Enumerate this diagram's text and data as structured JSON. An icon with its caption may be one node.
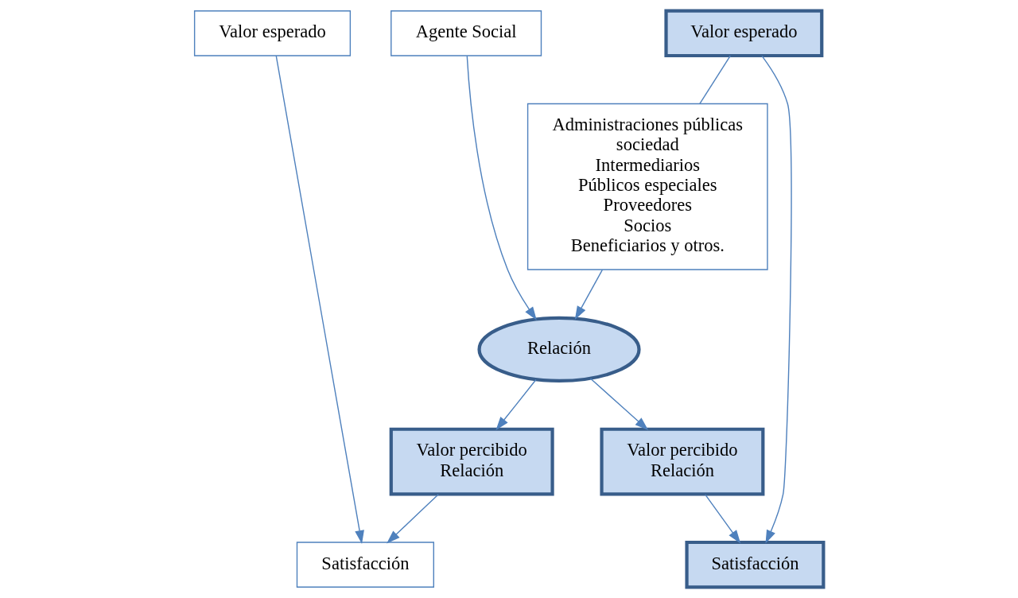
{
  "diagram": {
    "nodes": [
      {
        "text": [
          "Valor esperado"
        ]
      },
      {
        "text": [
          "Agente Social"
        ]
      },
      {
        "text": [
          "Satisfacción"
        ]
      },
      {
        "text": [
          "Relación"
        ]
      },
      {
        "text": [
          "Valor percibido",
          "Relación"
        ]
      },
      {
        "text": [
          "Valor percibido",
          "Relación"
        ]
      },
      {
        "text": [
          "Valor esperado"
        ]
      },
      {
        "text": [
          "Administraciones públicas",
          "sociedad",
          "Intermediarios",
          "Públicos especiales",
          "Proveedores",
          "Socios",
          "Beneficiarios y otros."
        ]
      },
      {
        "text": [
          "Satisfacción"
        ]
      }
    ],
    "edges": [
      {
        "from": 0,
        "to": 2,
        "arrow": "to"
      },
      {
        "from": 1,
        "to": 3,
        "arrow": "to"
      },
      {
        "from": 7,
        "to": 3,
        "arrow": "to"
      },
      {
        "from": 3,
        "to": 4,
        "arrow": "to"
      },
      {
        "from": 3,
        "to": 5,
        "arrow": "to"
      },
      {
        "from": 4,
        "to": 2,
        "arrow": "to"
      },
      {
        "from": 5,
        "to": 8,
        "arrow": "to"
      },
      {
        "from": 6,
        "to": 8,
        "arrow": "to"
      },
      {
        "from": 6,
        "to": 7,
        "arrow": "none"
      }
    ]
  }
}
